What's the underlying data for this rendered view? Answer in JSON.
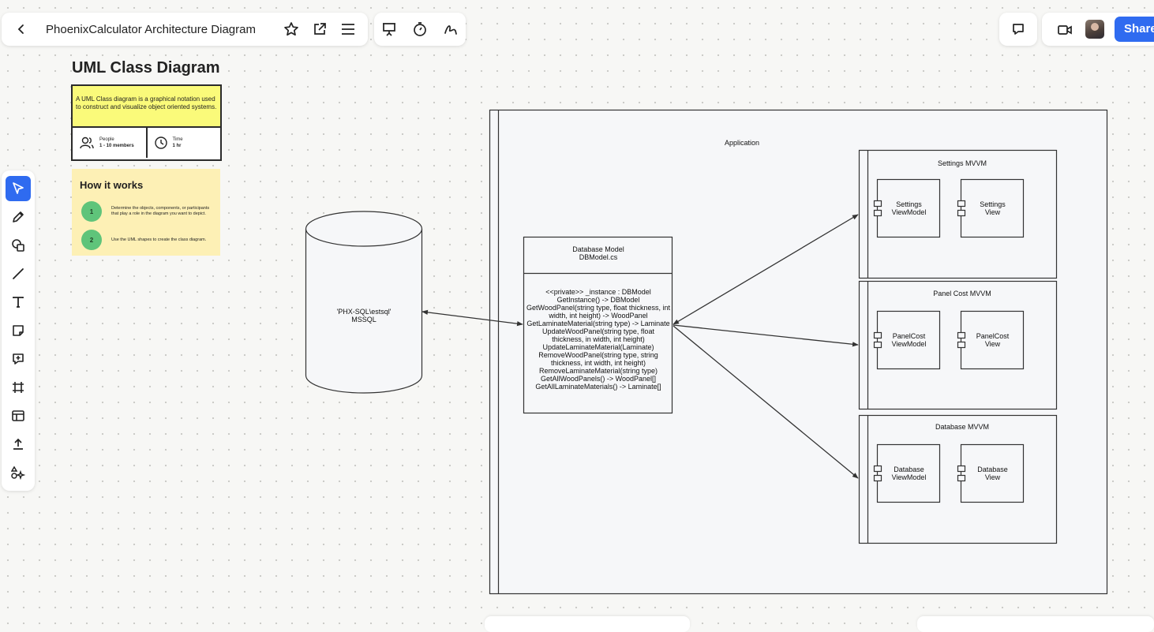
{
  "header": {
    "title": "PhoenixCalculator Architecture Diagram",
    "share_label": "Share"
  },
  "template": {
    "heading": "UML Class Diagram",
    "description": "A UML Class diagram is a graphical notation used to construct and visualize object oriented systems.",
    "people_label": "People",
    "people_value": "1 - 10 members",
    "time_label": "Time",
    "time_value": "1 hr",
    "how_title": "How it works",
    "steps": [
      {
        "num": "1",
        "text": "Determine the objects, components, or participants that play a role in the diagram you want to depict."
      },
      {
        "num": "2",
        "text": "Use the UML shapes to create the class diagram."
      }
    ]
  },
  "diagram": {
    "application_label": "Application",
    "database": {
      "line1": "'PHX-SQL\\estsql'",
      "line2": "MSSQL"
    },
    "model": {
      "title1": "Database Model",
      "title2": "DBModel.cs",
      "members": "<<private>> _instance : DBModel\nGetInstance() -> DBModel\nGetWoodPanel(string type, float thickness, int width, int height) -> WoodPanel\nGetLaminateMaterial(string type) -> Laminate\nUpdateWoodPanel(string type, float thickness, in width, int height)\nUpdateLaminateMaterial(Laminate)\nRemoveWoodPanel(string type, string thickness, int width, int height)\nRemoveLaminateMaterial(string type)\nGetAllWoodPanels() -> WoodPanel[]\nGetAllLaminateMaterials() -> Laminate[]"
    },
    "mvvm": [
      {
        "title": "Settings MVVM",
        "vm": "Settings\nViewModel",
        "view": "Settings\nView"
      },
      {
        "title": "Panel Cost MVVM",
        "vm": "PanelCost\nViewModel",
        "view": "PanelCost\nView"
      },
      {
        "title": "Database MVVM",
        "vm": "Database\nViewModel",
        "view": "Database\nView"
      }
    ]
  }
}
